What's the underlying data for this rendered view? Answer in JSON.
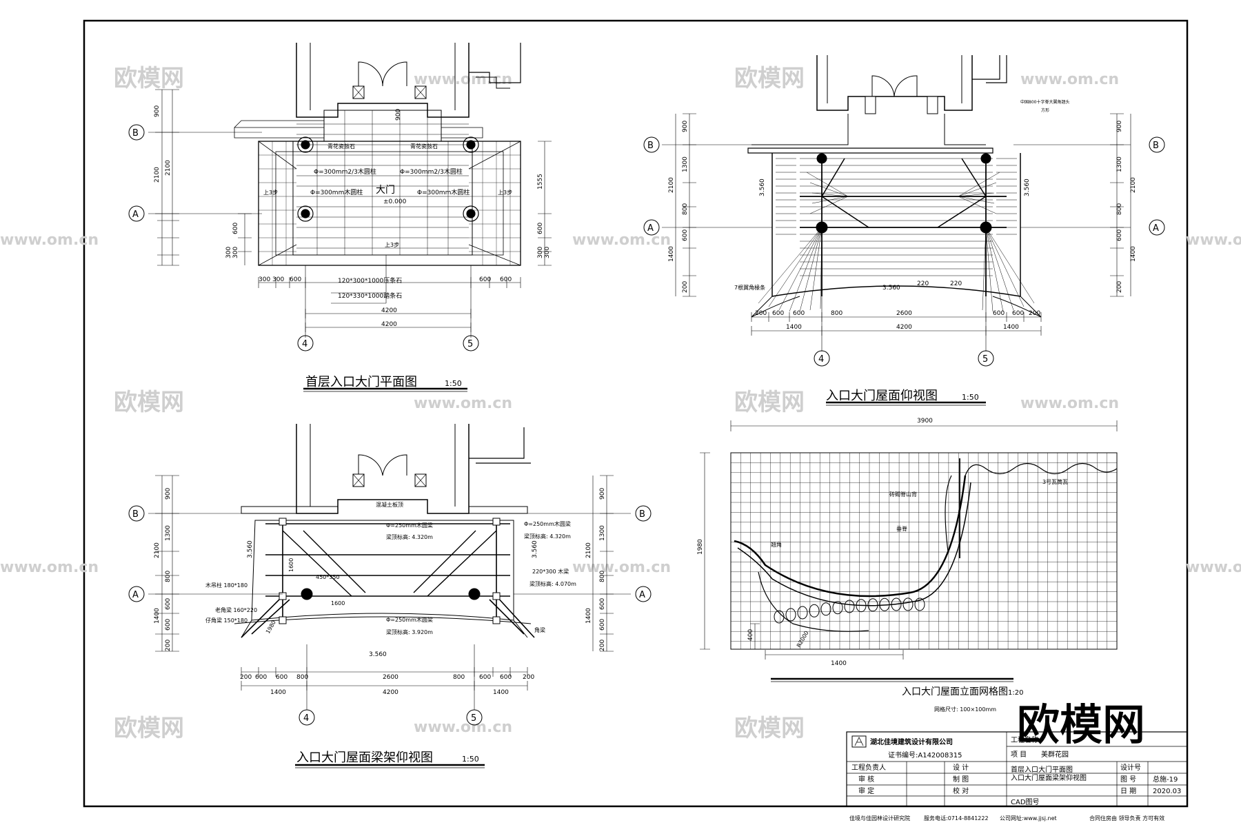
{
  "watermarks": {
    "brand": "欧模网",
    "url": "www.om.cn",
    "big": "欧模网"
  },
  "grid_axes": {
    "A": "A",
    "B": "B",
    "n4": "4",
    "n5": "5"
  },
  "panel_plan": {
    "title": "首层入口大门平面图",
    "scale": "1:50",
    "labels": {
      "gate": "大门",
      "elev": "±0.000",
      "col_a": "Φ=300mm2/3木圆柱",
      "col_b": "Φ=300mm2/3木圆柱",
      "col_c": "Φ=300mm木圆柱",
      "col_d": "Φ=300mm木圆柱",
      "beam_l": "青花瓷鼓石",
      "beam_r": "青花瓷鼓石",
      "step_l": "上3步",
      "step_r": "上3步",
      "step_b": "上3步",
      "stone1": "120*300*1000压条石",
      "stone2": "120*330*1000踏条石"
    },
    "dims": {
      "d900": "900",
      "d2100a": "2100",
      "d2100b": "2100",
      "d600l": "600",
      "d300a": "300",
      "d300b": "300",
      "d1555": "1555",
      "d600r": "600",
      "d300r1": "300",
      "d300r2": "300",
      "b300a": "300",
      "b300b": "300",
      "b600l": "600",
      "b600r1": "600",
      "b600r2": "600",
      "b4200a": "4200",
      "b4200b": "4200",
      "d900c": "900"
    }
  },
  "panel_roof": {
    "title": "入口大门屋面仰视图",
    "scale": "1:50",
    "labels": {
      "elev1": "3.560",
      "elev2": "3.560",
      "elev3": "3.560",
      "rafter": "7根翼角椽条",
      "note": "中国800十字脊大翼角翘头",
      "note2": "方形"
    },
    "dims": {
      "l900": "900",
      "l1300": "1300",
      "l2100": "2100",
      "l800": "800",
      "l600": "600",
      "l1400": "1400",
      "l200": "200",
      "r900": "900",
      "r1300": "1300",
      "r2100": "2100",
      "r800": "800",
      "r600": "600",
      "r1400": "1400",
      "r200": "200",
      "b200l": "200",
      "b600a": "600",
      "b600b": "600",
      "b800": "800",
      "b2600": "2600",
      "b600c": "600",
      "b600d": "600",
      "b200r": "200",
      "b1400l": "1400",
      "b4200": "4200",
      "b1400r": "1400",
      "b220a": "220",
      "b220b": "220"
    }
  },
  "panel_beam": {
    "title": "入口大门屋面梁架仰视图",
    "scale": "1:50",
    "labels": {
      "slab": "混凝土板顶",
      "beam1": "Φ=250mm木圆梁",
      "beam1e": "梁顶标高: 4.320m",
      "beam2": "Φ=250mm木圆梁",
      "beam2e": "梁顶标高: 4.320m",
      "beam3": "220*300 木梁",
      "beam3e": "梁顶标高: 4.070m",
      "beam4": "Φ=250mm木圆梁",
      "beam4e": "梁顶标高: 3.920m",
      "post": "木吊柱 180*180",
      "lao": "老角梁 160*220",
      "zi": "仔角梁 150*180",
      "jiao": "角梁",
      "e1": "3.560",
      "e2": "3.560",
      "e3": "3.560",
      "d450": "450*350",
      "d1600a": "1600",
      "d1600b": "1600",
      "d1980": "1980"
    },
    "dims": {
      "l900": "900",
      "l1300": "1300",
      "l2100": "2100",
      "l800": "800",
      "l600a": "600",
      "l600b": "600",
      "l1400": "1400",
      "l200": "200",
      "r900": "900",
      "r1300": "1300",
      "r2100": "2100",
      "r800": "800",
      "r600a": "600",
      "r600b": "600",
      "r1400": "1400",
      "r200": "200",
      "b200l": "200",
      "b600a": "600",
      "b600b": "600",
      "b800a": "800",
      "b2600": "2600",
      "b800b": "800",
      "b600c": "600",
      "b600d": "600",
      "b200r": "200",
      "b1400l": "1400",
      "b4200": "4200",
      "b1400r": "1400"
    }
  },
  "panel_grid": {
    "title": "入口大门屋面立面网格图",
    "scale": "1:20",
    "subtitle": "网格尺寸: 100×100mm",
    "labels": {
      "tile": "3号瓦筒瓦",
      "ridge": "砖砌脊山背",
      "purlin": "垂脊",
      "eave": "翘角"
    },
    "dims": {
      "w": "3900",
      "h": "1980",
      "d400": "400",
      "d1400": "1400",
      "r": "R2000"
    }
  },
  "title_block": {
    "company": "湖北佳境建筑设计有限公司",
    "cert": "证书编号:A142008315",
    "project_label": "工程名称",
    "item_label": "项 目",
    "item_value": "美群花园",
    "rows": [
      "工程负责人",
      "审 核",
      "审 定"
    ],
    "mid": [
      "设 计",
      "制 图",
      "校 对"
    ],
    "drawing_name_1": "首层入口大门平面图",
    "drawing_name_2": "入口大门屋面梁架仰视图",
    "cad_label": "CAD图号",
    "design_no_label": "设计号",
    "fig_no_label": "图 号",
    "fig_no_value": "总施-19",
    "date_label": "日 期",
    "date_value": "2020.03"
  },
  "footer": {
    "left": "佳境与佳园林设计研究院",
    "tel": "服务电话:0714-8841222",
    "web": "公司网址:www.jjsj.net",
    "right": "合同住房由 领导负责 方可有效"
  }
}
